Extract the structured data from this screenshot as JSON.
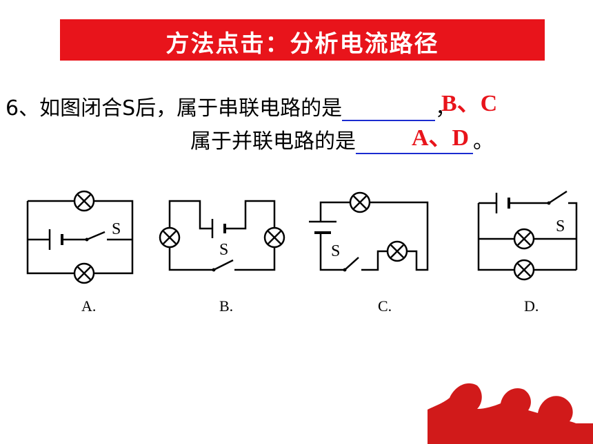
{
  "banner": {
    "title": "方法点击：分析电流路径"
  },
  "question": {
    "line1_prefix": "6、如图闭合S后，属于串联电路的是",
    "line1_suffix": "，",
    "line2_prefix": "属于并联电路的是",
    "line2_suffix": "。",
    "answer_series": "B、C",
    "answer_parallel": "A、D"
  },
  "diagrams": [
    {
      "caption": "A.",
      "switch_label": "S"
    },
    {
      "caption": "B.",
      "switch_label": "S"
    },
    {
      "caption": "C.",
      "switch_label": "S"
    },
    {
      "caption": "D.",
      "switch_label": "S"
    }
  ],
  "colors": {
    "banner": "#e8141b",
    "answer": "#e8141b",
    "blank_line": "#1a2bd0"
  }
}
